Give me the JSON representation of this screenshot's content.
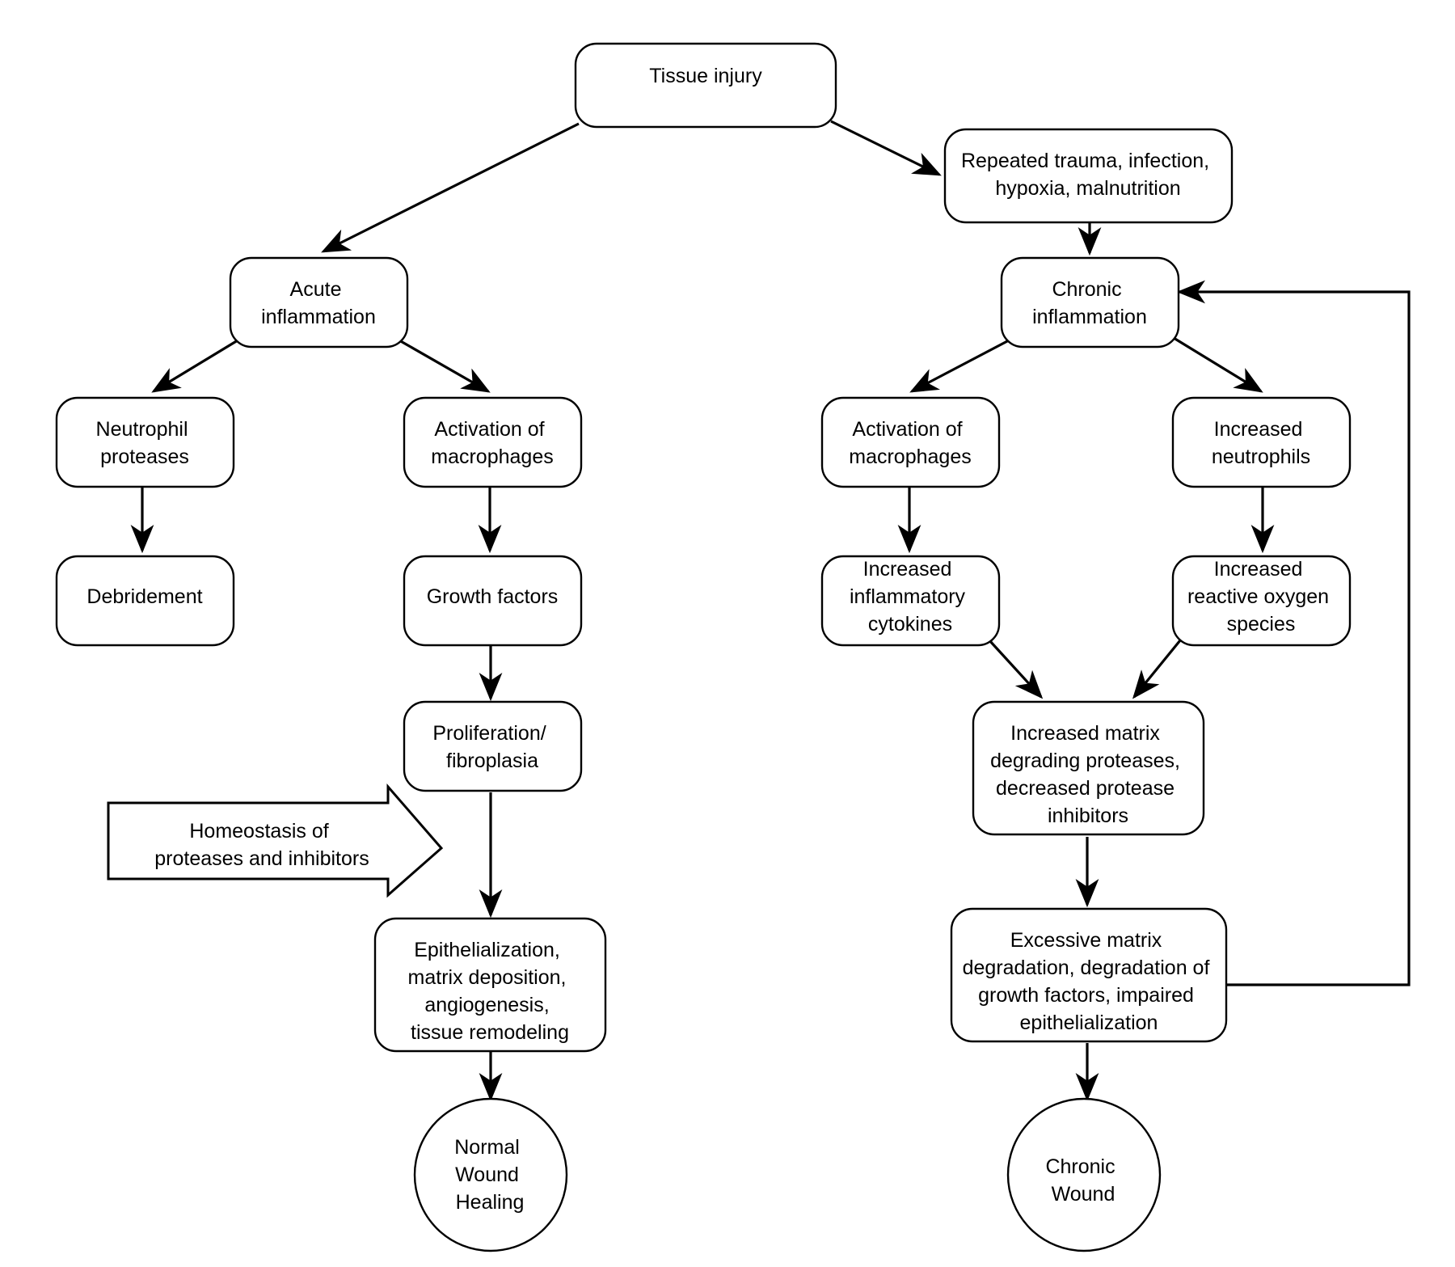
{
  "diagram": {
    "nodes": {
      "tissue_injury": "Tissue injury",
      "repeated_trauma": [
        "Repeated trauma, infection,",
        "hypoxia, malnutrition"
      ],
      "acute_inflammation": [
        "Acute",
        "inflammation"
      ],
      "chronic_inflammation": [
        "Chronic",
        "inflammation"
      ],
      "neutrophil_proteases": [
        "Neutrophil",
        "proteases"
      ],
      "activation_macrophages_left": [
        "Activation of",
        "macrophages"
      ],
      "activation_macrophages_right": [
        "Activation of",
        "macrophages"
      ],
      "increased_neutrophils": [
        "Increased",
        "neutrophils"
      ],
      "debridement": "Debridement",
      "growth_factors": "Growth factors",
      "increased_cytokines": [
        "Increased",
        "inflammatory",
        "cytokines"
      ],
      "increased_ros": [
        "Increased",
        "reactive oxygen",
        "species"
      ],
      "proliferation": [
        "Proliferation/",
        "fibroplasia"
      ],
      "increased_matrix_proteases": [
        "Increased matrix",
        "degrading proteases,",
        "decreased protease",
        "inhibitors"
      ],
      "homeostasis": [
        "Homeostasis of",
        "proteases and inhibitors"
      ],
      "epithelialization": [
        "Epithelialization,",
        "matrix deposition,",
        "angiogenesis,",
        "tissue remodeling"
      ],
      "excessive_degradation": [
        "Excessive matrix",
        "degradation, degradation of",
        "growth factors, impaired",
        "epithelialization"
      ],
      "normal_wound_healing": [
        "Normal",
        "Wound",
        "Healing"
      ],
      "chronic_wound": [
        "Chronic",
        "Wound"
      ]
    }
  }
}
